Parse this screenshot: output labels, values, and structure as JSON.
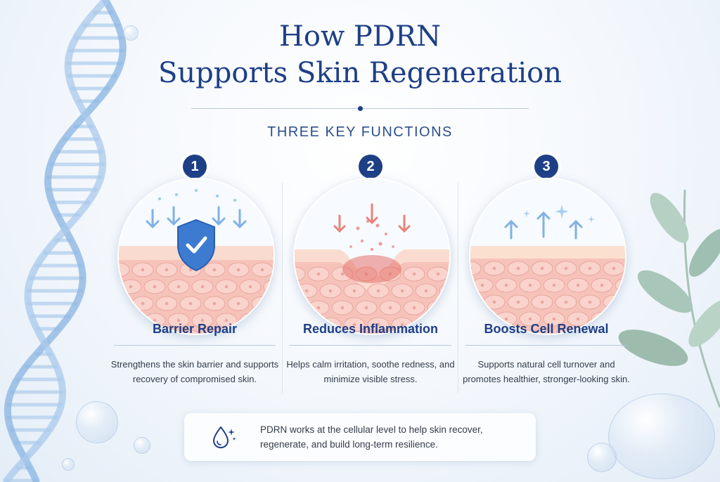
{
  "header": {
    "title_line1": "How PDRN",
    "title_line2": "Supports Skin Regeneration",
    "subtitle": "THREE KEY FUNCTIONS"
  },
  "functions": [
    {
      "number": "1",
      "title": "Barrier Repair",
      "description": "Strengthens the skin barrier and supports recovery of compromised skin.",
      "icon": "shield-check-icon"
    },
    {
      "number": "2",
      "title": "Reduces Inflammation",
      "description": "Helps calm irritation, soothe redness, and minimize visible stress.",
      "icon": "inflamed-skin-icon"
    },
    {
      "number": "3",
      "title": "Boosts Cell Renewal",
      "description": "Supports natural cell turnover and promotes healthier, stronger-looking skin.",
      "icon": "upward-arrows-icon"
    }
  ],
  "footer_note": {
    "icon": "water-drop-sparkle-icon",
    "text": "PDRN works at the cellular level to help skin recover, regenerate, and build long-term resilience."
  },
  "colors": {
    "primary": "#1d3f86",
    "skin": "#f3b8b0",
    "arrow_blue": "#7fb2e6",
    "arrow_red": "#e9837b",
    "leaf": "#9fbfb2"
  }
}
